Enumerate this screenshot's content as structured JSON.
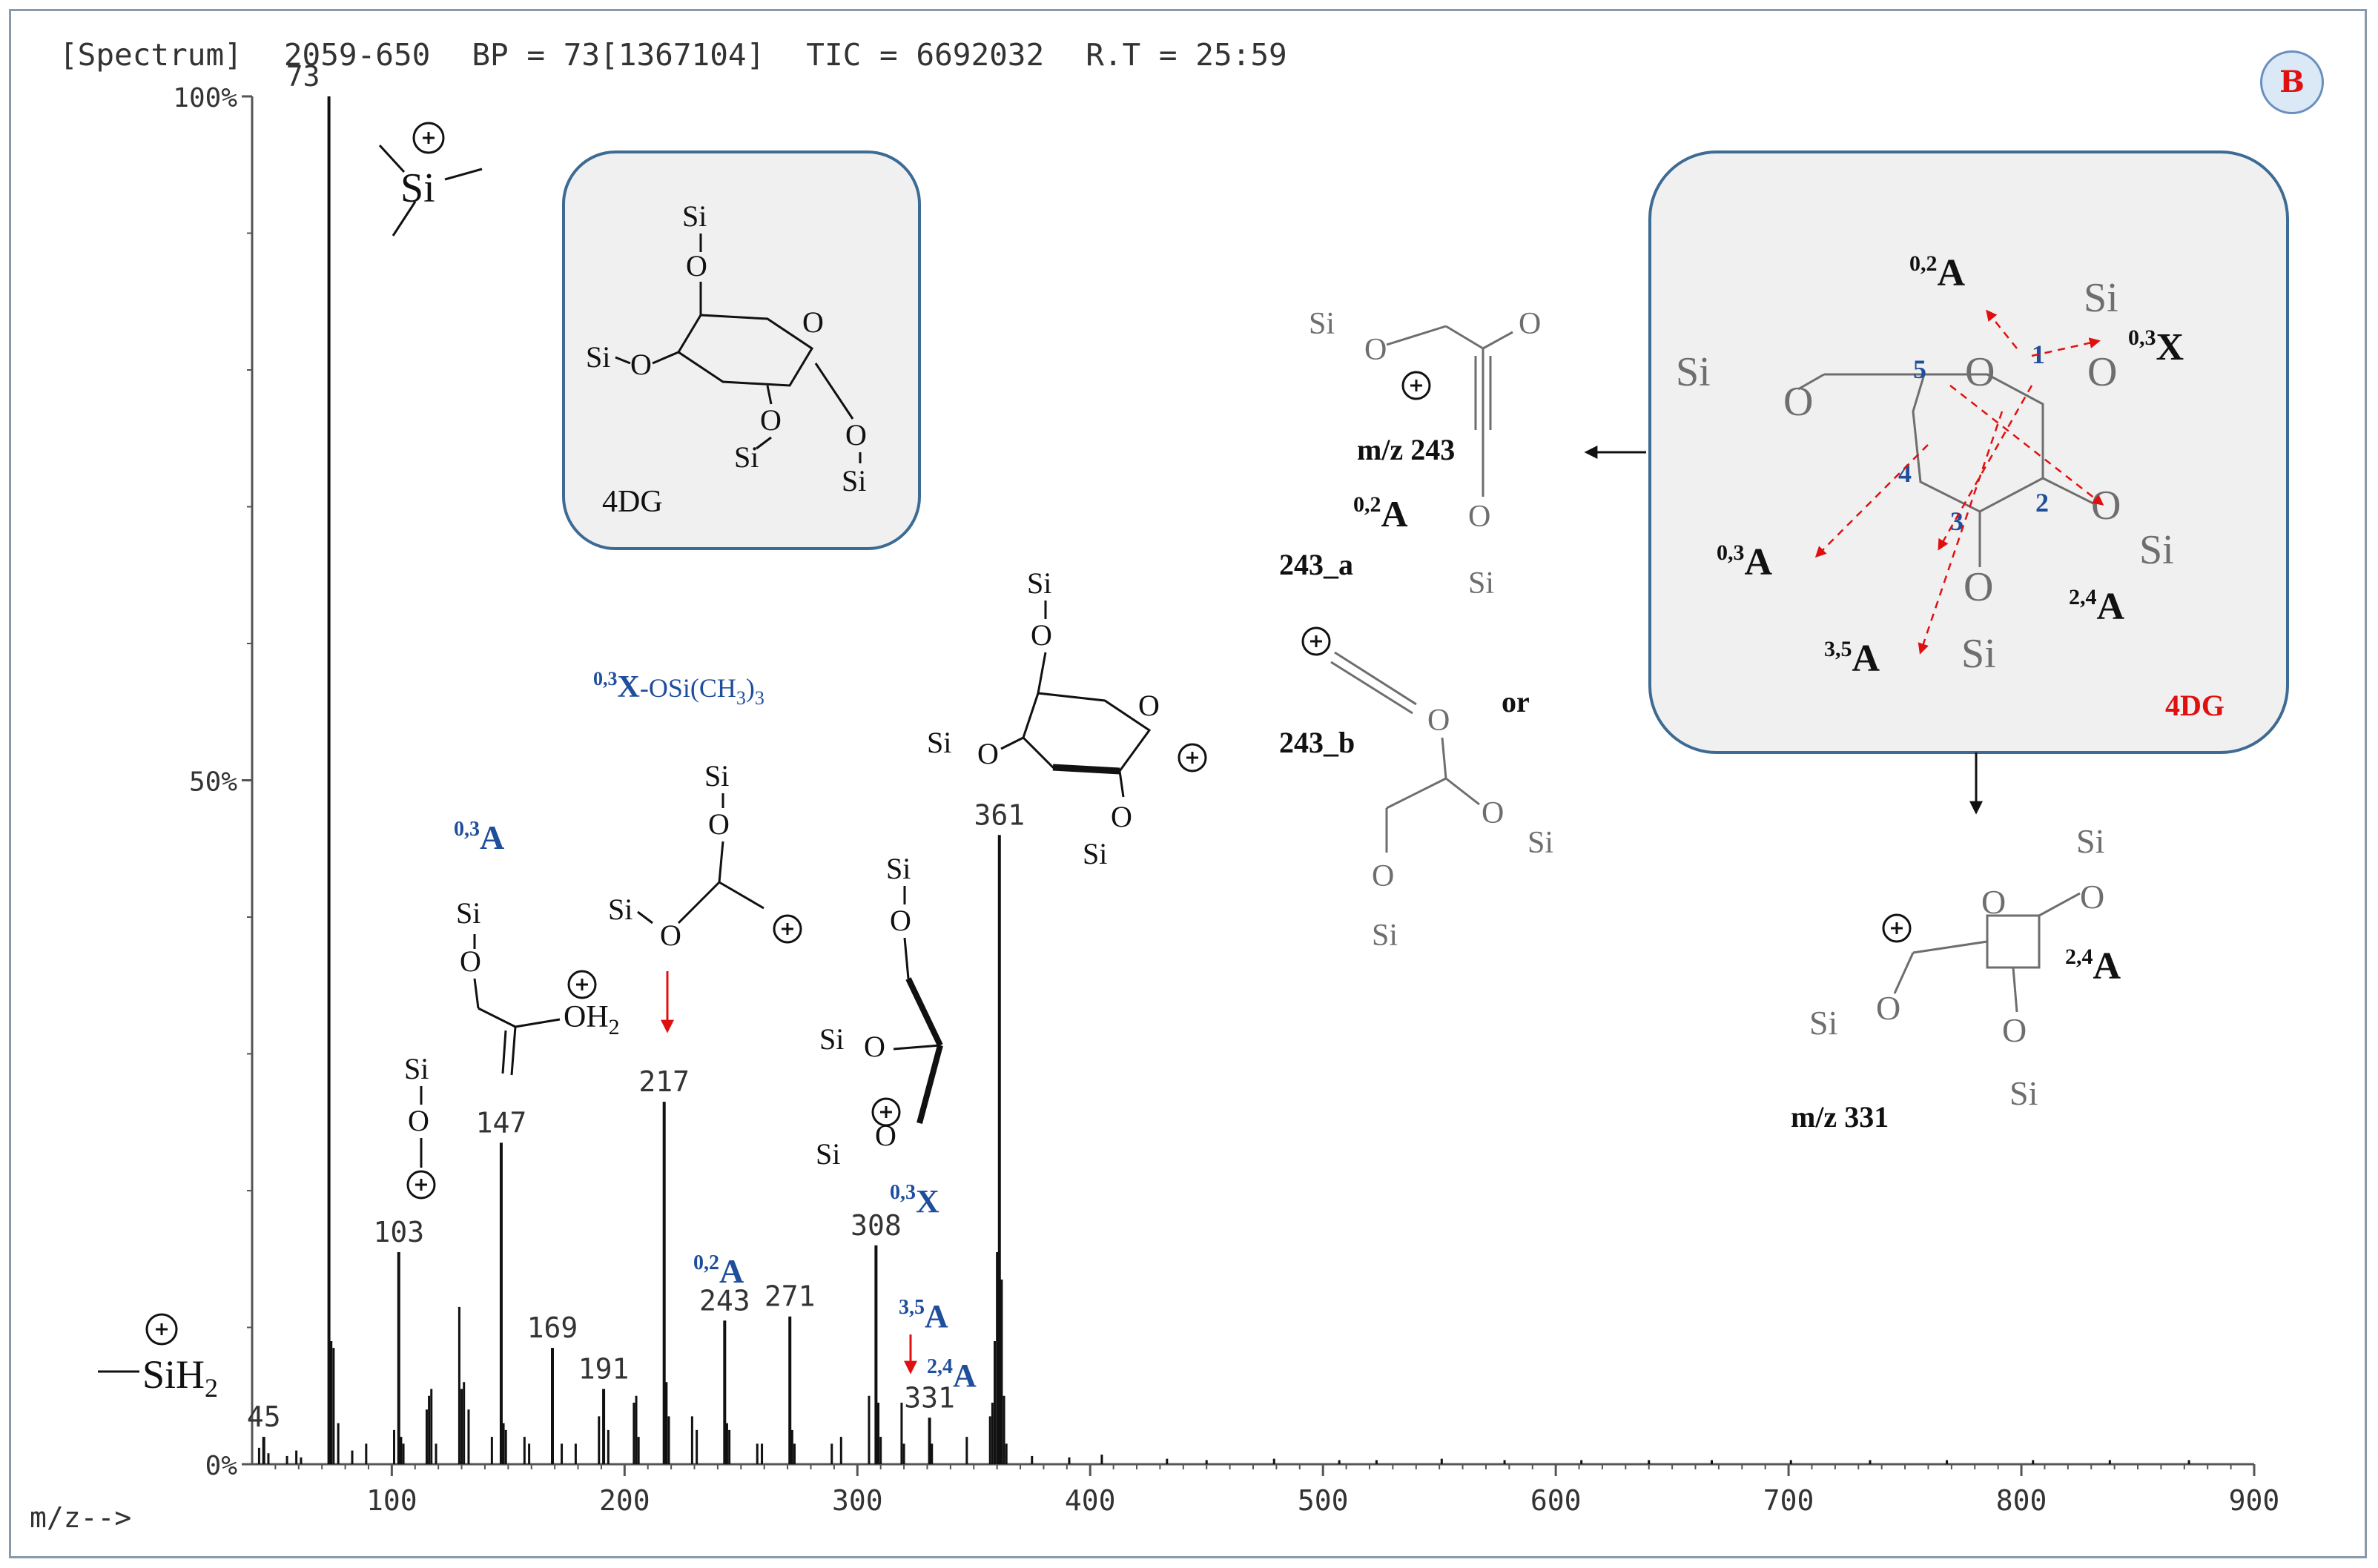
{
  "header": {
    "spectrum": "[Spectrum]",
    "sample": "2059-650",
    "bp": "BP = 73[1367104]",
    "tic": "TIC = 6692032",
    "rt": "R.T = 25:59"
  },
  "panel_label": "B",
  "chart_data": {
    "type": "bar",
    "x_label": "m/z-->",
    "xlim": [
      40,
      900
    ],
    "ylim": [
      0,
      100
    ],
    "x_ticks": [
      100,
      200,
      300,
      400,
      500,
      600,
      700,
      800,
      900
    ],
    "y_ticks": [
      {
        "value": 0,
        "label": "0%"
      },
      {
        "value": 50,
        "label": "50%"
      },
      {
        "value": 100,
        "label": "100%"
      }
    ],
    "labeled_peaks": [
      {
        "mz": 45,
        "intensity": 2,
        "label": "45"
      },
      {
        "mz": 73,
        "intensity": 100,
        "label": "73"
      },
      {
        "mz": 103,
        "intensity": 15.5,
        "label": "103"
      },
      {
        "mz": 147,
        "intensity": 23.5,
        "label": "147"
      },
      {
        "mz": 169,
        "intensity": 8.5,
        "label": "169"
      },
      {
        "mz": 191,
        "intensity": 5.5,
        "label": "191"
      },
      {
        "mz": 217,
        "intensity": 26.5,
        "label": "217"
      },
      {
        "mz": 243,
        "intensity": 10.5,
        "label": "243"
      },
      {
        "mz": 271,
        "intensity": 10.8,
        "label": "271"
      },
      {
        "mz": 308,
        "intensity": 16.0,
        "label": "308"
      },
      {
        "mz": 331,
        "intensity": 3.4,
        "label": "331"
      },
      {
        "mz": 361,
        "intensity": 46.0,
        "label": "361"
      }
    ],
    "minor_peaks": [
      {
        "mz": 43,
        "intensity": 1.2
      },
      {
        "mz": 47,
        "intensity": 0.8
      },
      {
        "mz": 55,
        "intensity": 0.6
      },
      {
        "mz": 59,
        "intensity": 1.0
      },
      {
        "mz": 61,
        "intensity": 0.5
      },
      {
        "mz": 74,
        "intensity": 9.0
      },
      {
        "mz": 75,
        "intensity": 8.5
      },
      {
        "mz": 77,
        "intensity": 3.0
      },
      {
        "mz": 83,
        "intensity": 1.0
      },
      {
        "mz": 89,
        "intensity": 1.5
      },
      {
        "mz": 101,
        "intensity": 2.5
      },
      {
        "mz": 104,
        "intensity": 2.0
      },
      {
        "mz": 105,
        "intensity": 1.5
      },
      {
        "mz": 115,
        "intensity": 4.0
      },
      {
        "mz": 116,
        "intensity": 5.0
      },
      {
        "mz": 117,
        "intensity": 5.5
      },
      {
        "mz": 119,
        "intensity": 1.5
      },
      {
        "mz": 129,
        "intensity": 11.5
      },
      {
        "mz": 130,
        "intensity": 5.5
      },
      {
        "mz": 131,
        "intensity": 6.0
      },
      {
        "mz": 133,
        "intensity": 4.0
      },
      {
        "mz": 143,
        "intensity": 2.0
      },
      {
        "mz": 148,
        "intensity": 3.0
      },
      {
        "mz": 149,
        "intensity": 2.5
      },
      {
        "mz": 157,
        "intensity": 2.0
      },
      {
        "mz": 159,
        "intensity": 1.5
      },
      {
        "mz": 173,
        "intensity": 1.5
      },
      {
        "mz": 179,
        "intensity": 1.5
      },
      {
        "mz": 189,
        "intensity": 3.5
      },
      {
        "mz": 193,
        "intensity": 2.5
      },
      {
        "mz": 204,
        "intensity": 4.5
      },
      {
        "mz": 205,
        "intensity": 5.0
      },
      {
        "mz": 206,
        "intensity": 2.0
      },
      {
        "mz": 218,
        "intensity": 6.0
      },
      {
        "mz": 219,
        "intensity": 3.5
      },
      {
        "mz": 229,
        "intensity": 3.5
      },
      {
        "mz": 231,
        "intensity": 2.5
      },
      {
        "mz": 244,
        "intensity": 3.0
      },
      {
        "mz": 245,
        "intensity": 2.5
      },
      {
        "mz": 257,
        "intensity": 1.5
      },
      {
        "mz": 259,
        "intensity": 1.5
      },
      {
        "mz": 272,
        "intensity": 2.5
      },
      {
        "mz": 273,
        "intensity": 1.5
      },
      {
        "mz": 289,
        "intensity": 1.5
      },
      {
        "mz": 293,
        "intensity": 2.0
      },
      {
        "mz": 305,
        "intensity": 5.0
      },
      {
        "mz": 309,
        "intensity": 4.5
      },
      {
        "mz": 310,
        "intensity": 2.0
      },
      {
        "mz": 319,
        "intensity": 4.5
      },
      {
        "mz": 320,
        "intensity": 1.5
      },
      {
        "mz": 332,
        "intensity": 1.5
      },
      {
        "mz": 347,
        "intensity": 2.0
      },
      {
        "mz": 357,
        "intensity": 3.5
      },
      {
        "mz": 358,
        "intensity": 4.5
      },
      {
        "mz": 359,
        "intensity": 9.0
      },
      {
        "mz": 360,
        "intensity": 15.5
      },
      {
        "mz": 362,
        "intensity": 13.5
      },
      {
        "mz": 363,
        "intensity": 5.0
      },
      {
        "mz": 364,
        "intensity": 1.5
      },
      {
        "mz": 375,
        "intensity": 0.6
      },
      {
        "mz": 391,
        "intensity": 0.5
      },
      {
        "mz": 405,
        "intensity": 0.7
      },
      {
        "mz": 433,
        "intensity": 0.4
      },
      {
        "mz": 450,
        "intensity": 0.3
      },
      {
        "mz": 479,
        "intensity": 0.4
      },
      {
        "mz": 507,
        "intensity": 0.3
      },
      {
        "mz": 523,
        "intensity": 0.3
      },
      {
        "mz": 551,
        "intensity": 0.4
      },
      {
        "mz": 578,
        "intensity": 0.3
      },
      {
        "mz": 611,
        "intensity": 0.3
      },
      {
        "mz": 640,
        "intensity": 0.3
      },
      {
        "mz": 667,
        "intensity": 0.3
      },
      {
        "mz": 701,
        "intensity": 0.3
      },
      {
        "mz": 735,
        "intensity": 0.3
      },
      {
        "mz": 768,
        "intensity": 0.3
      },
      {
        "mz": 805,
        "intensity": 0.3
      },
      {
        "mz": 838,
        "intensity": 0.3
      },
      {
        "mz": 872,
        "intensity": 0.3
      }
    ]
  },
  "annotations": {
    "sih2": "SiH",
    "sih2_sub": "2",
    "si": "Si",
    "o": "O",
    "oh2": "OH",
    "oh2_sub": "2",
    "frag_0_3A_left": {
      "sup": "0,3",
      "main": "A"
    },
    "frag_0_3X_osi": {
      "sup": "0,3",
      "main": "X",
      "rest": "-OSi(CH",
      "sub": "3",
      "tail": ")",
      "sub2": "3"
    },
    "frag_0_2A_peak": {
      "sup": "0,2",
      "main": "A"
    },
    "frag_0_3X_peak": {
      "sup": "0,3",
      "main": "X"
    },
    "frag_3_5A_peak": {
      "sup": "3,5",
      "main": "A"
    },
    "frag_2_4A_peak": {
      "sup": "2,4",
      "main": "A"
    },
    "box_4dg_label": "4DG",
    "mz243_label": "m/z  243",
    "mz243_frag": {
      "sup": "0,2",
      "main": "A"
    },
    "label_243a": "243_a",
    "label_243b": "243_b",
    "or_label": "or",
    "ring_numbers": [
      "1",
      "2",
      "3",
      "4",
      "5"
    ],
    "ring_0_2A": {
      "sup": "0,2",
      "main": "A"
    },
    "ring_0_3X": {
      "sup": "0,3",
      "main": "X"
    },
    "ring_0_3A": {
      "sup": "0,3",
      "main": "A"
    },
    "ring_2_4A": {
      "sup": "2,4",
      "main": "A"
    },
    "ring_3_5A": {
      "sup": "3,5",
      "main": "A"
    },
    "ring_box_label": "4DG",
    "mz331_label": "m/z  331",
    "mz331_frag": {
      "sup": "2,4",
      "main": "A"
    }
  },
  "colors": {
    "axis": "#555555",
    "peak": "#111111",
    "fragment_blue": "#1f4e9c",
    "arrow_red": "#e01010",
    "box_fill": "#f0f0f0",
    "box_border": "#3d6b94",
    "structure_gray": "#6e6e6e"
  }
}
